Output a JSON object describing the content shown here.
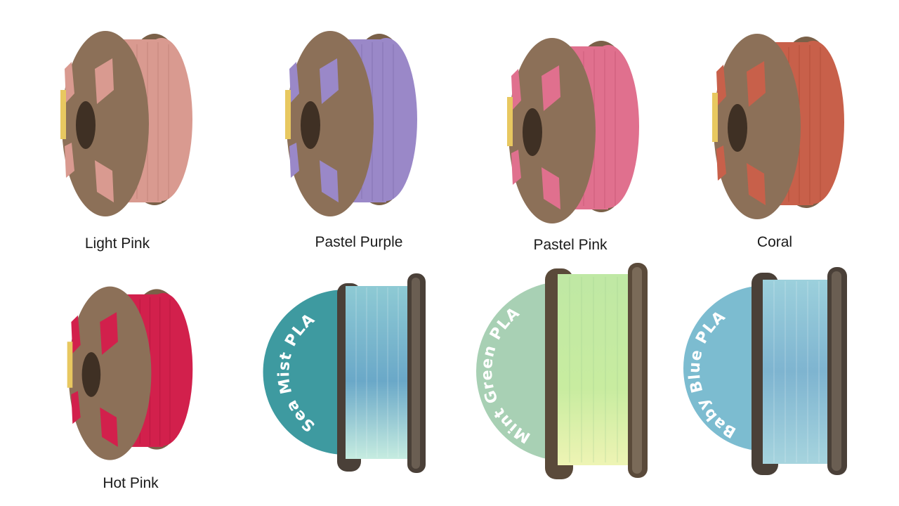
{
  "colors": {
    "cardboard": "#8c7058",
    "cardboard_dark": "#5e4a3a",
    "hole": "#3f3024",
    "reel_dark": "#4a4038",
    "background": "#ffffff"
  },
  "top_row": [
    {
      "name": "Light Pink",
      "filament": "#d99a90",
      "filament_dark": "#b87a72"
    },
    {
      "name": "Pastel Purple",
      "filament": "#9a88c8",
      "filament_dark": "#7a68a8"
    },
    {
      "name": "Pastel Pink",
      "filament": "#e0708e",
      "filament_dark": "#c05070"
    },
    {
      "name": "Coral",
      "filament": "#c8604a",
      "filament_dark": "#a8482f"
    }
  ],
  "bottom_row": [
    {
      "name": "Hot Pink",
      "filament": "#d2204c",
      "filament_dark": "#a81438"
    },
    {
      "name": "Sea Mist PLA",
      "badge": "#3e9aa0",
      "filament": "#7ab8c8",
      "filament_light": "#bfe4e0"
    },
    {
      "name": "Mint Green PLA",
      "badge": "#a8d0b4",
      "filament": "#c2eaa2",
      "filament_light": "#e8f2b0"
    },
    {
      "name": "Baby Blue PLA",
      "badge": "#7cbcd0",
      "filament": "#88bcd4",
      "filament_light": "#a8d8e0"
    }
  ]
}
